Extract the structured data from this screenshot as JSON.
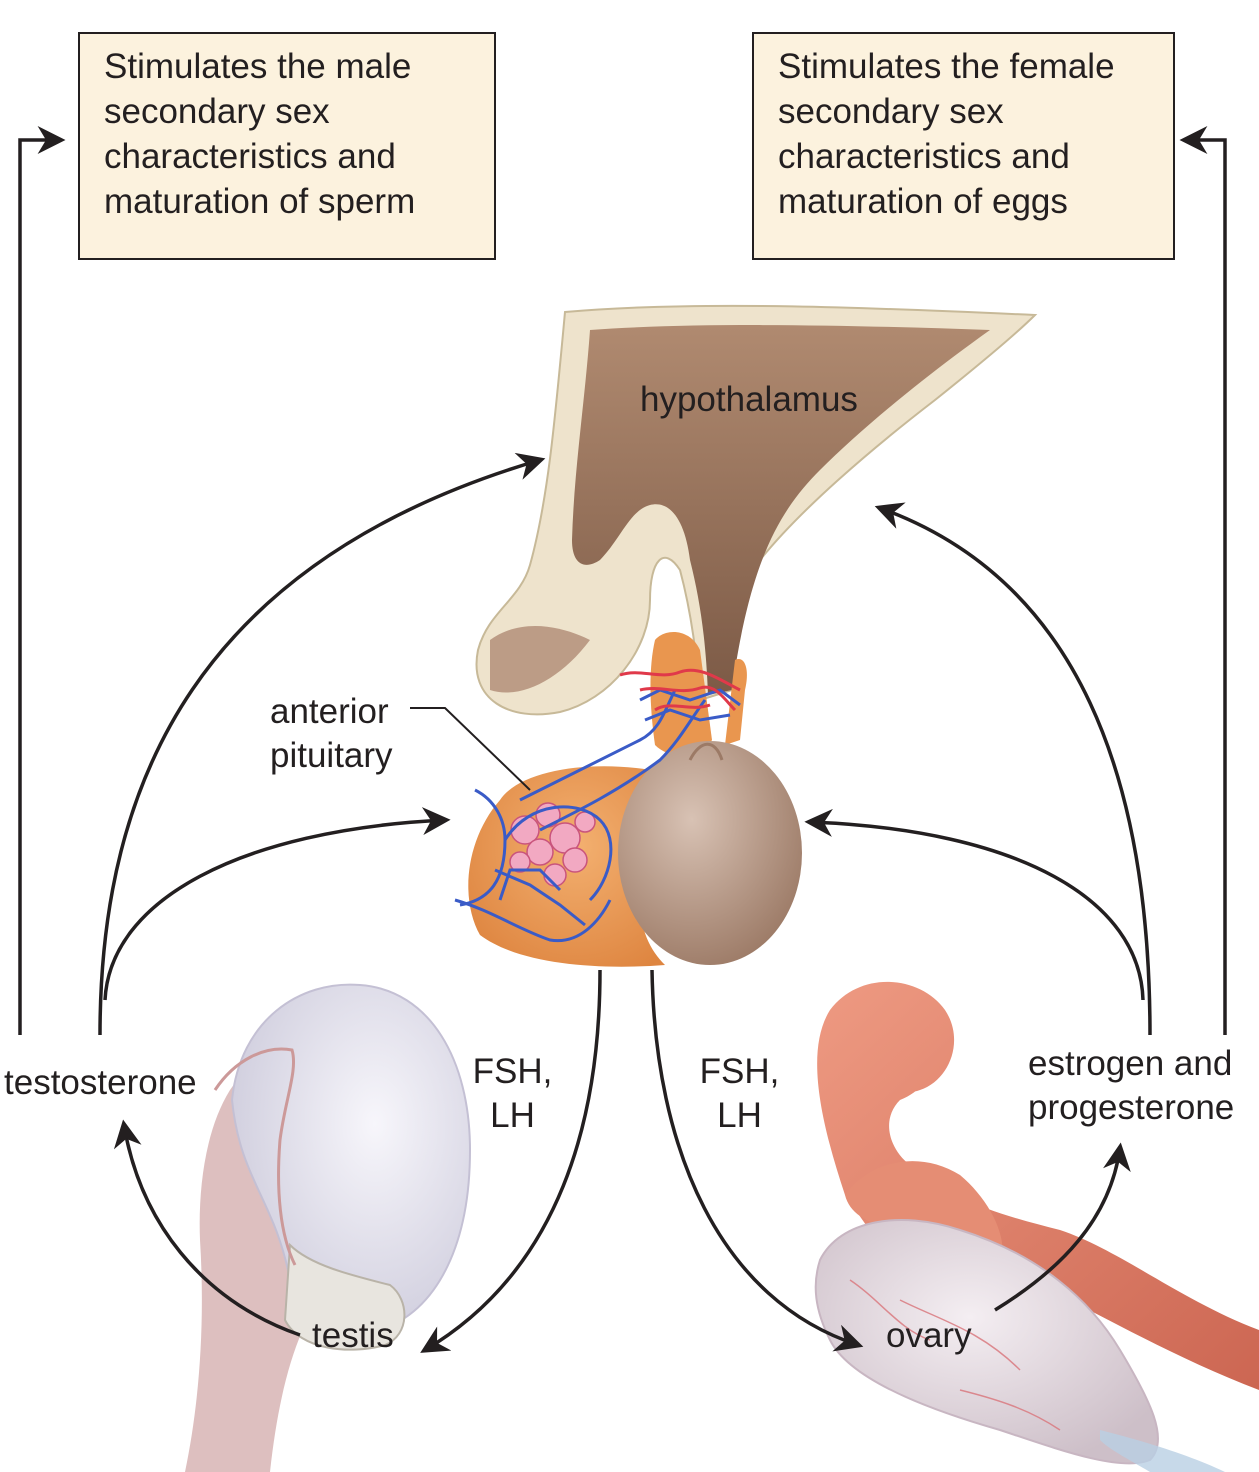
{
  "boxes": {
    "male": {
      "lines": [
        "Stimulates the male",
        "secondary sex",
        "characteristics and",
        "maturation of sperm"
      ]
    },
    "female": {
      "lines": [
        "Stimulates the female",
        "secondary sex",
        "characteristics and",
        "maturation of eggs"
      ]
    }
  },
  "labels": {
    "hypothalamus": "hypothalamus",
    "anterior_pituitary": [
      "anterior",
      "pituitary"
    ],
    "testosterone": "testosterone",
    "fsh_lh_left": [
      "FSH,",
      "LH"
    ],
    "fsh_lh_right": [
      "FSH,",
      "LH"
    ],
    "estrogen_progesterone": [
      "estrogen and",
      "progesterone"
    ],
    "testis": "testis",
    "ovary": "ovary"
  },
  "colors": {
    "box_fill": "#fcf2de",
    "line": "#231f20",
    "hypothalamus": "#8c6a55",
    "bone": "#eee3cc",
    "anterior_lobe": "#e9964f",
    "posterior_lobe": "#b39482",
    "blood_vessel_blue": "#3a5bc7",
    "blood_vessel_red": "#e0394a",
    "testis": "#e2e1ec",
    "oviduct": "#e0826b",
    "ovary": "#e6dbe2"
  }
}
